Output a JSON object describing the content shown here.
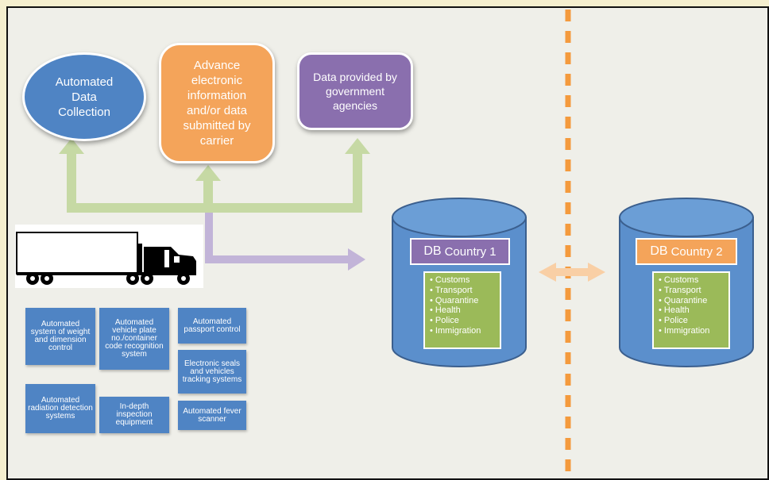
{
  "nodes": {
    "automated_data_collection": "Automated Data Collection",
    "advance_info": "Advance electronic information and/or data submitted by carrier",
    "government_data": "Data provided by government agencies"
  },
  "equipment": [
    "Automated system of weight and dimension control",
    "Automated vehicle plate no./container code recognition system",
    "Automated passport control",
    "Electronic seals and vehicles tracking systems",
    "Automated radiation detection systems",
    "In-depth inspection equipment",
    "Automated fever scanner"
  ],
  "databases": [
    {
      "prefix": "DB",
      "name": "Country 1",
      "color": "#8a6fae",
      "items": [
        "Customs",
        "Transport",
        "Quarantine",
        "Health",
        "Police",
        "Immigration"
      ]
    },
    {
      "prefix": "DB",
      "name": "Country 2",
      "color": "#f4a45a",
      "items": [
        "Customs",
        "Transport",
        "Quarantine",
        "Health",
        "Police",
        "Immigration"
      ]
    }
  ],
  "colors": {
    "blue": "#4f84c4",
    "orange": "#f4a45a",
    "purple": "#8a6fae",
    "green_arrow": "#c6d9a4",
    "purple_arrow": "#c2b4d8",
    "border_dashed": "#f49a3d",
    "list_green": "#9bba59"
  },
  "icons": [
    "truck-icon"
  ]
}
